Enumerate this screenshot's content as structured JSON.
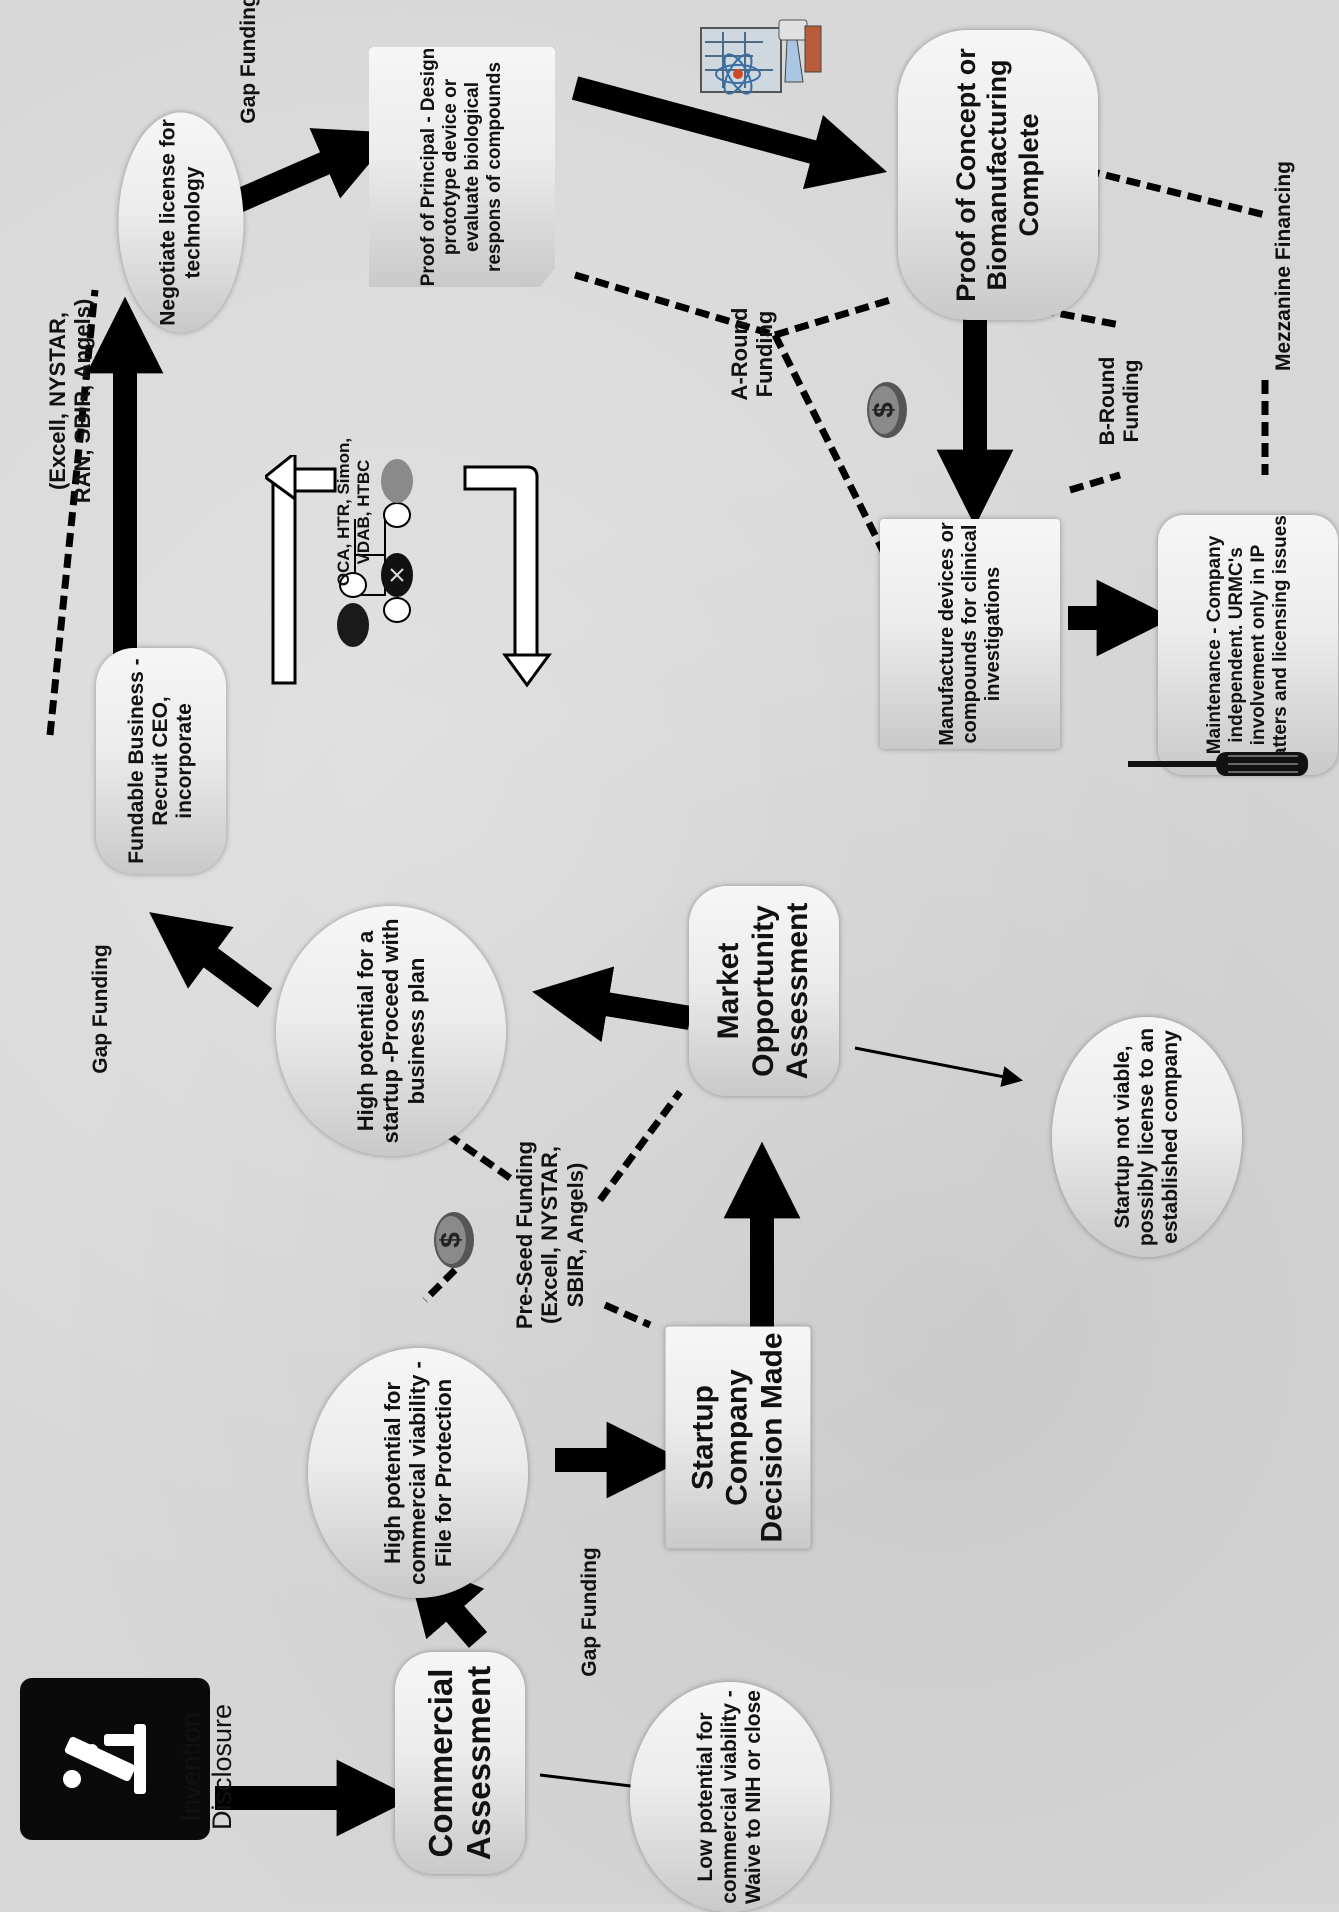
{
  "nodes": {
    "invention_disclosure": "Invention Disclosure",
    "commercial_assessment": "Commercial Assessment",
    "low_potential": "Low potential for commercial viability - Waive to NIH or close",
    "high_potential_commercial": "High potential for commercial viability - File for Protection",
    "startup_decision": "Startup Company Decision Made",
    "market_assessment": "Market Opportunity Assessment",
    "startup_not_viable": "Startup not viable, possibly license to an established company",
    "high_potential_startup": "High potential for a startup -Proceed with business plan",
    "fundable_business": "Fundable Business - Recruit CEO, incorporate",
    "negotiate_license": "Negotiate license for technology",
    "proof_of_principal": "Proof of Principal - Design prototype device or evaluate biological respons of compounds",
    "proof_of_concept": "Proof of Concept or Biomanufacturing Complete",
    "manufacture": "Manufacture devices or compounds for clinical investigations",
    "maintenance": "Maintenance - Company independent. URMC's involvement only in IP matters and licensing issues"
  },
  "labels": {
    "gap_funding_1": "Gap Funding",
    "gap_funding_2": "Gap Funding",
    "gap_funding_3": "Gap Funding",
    "pre_seed_funding": "Pre-Seed Funding (Excell, NYSTAR, SBIR, Angels)",
    "seed_funding_partial": "(Excell, NYSTAR, RAN, SBIR, Angels)",
    "a_round": "A-Round Funding",
    "b_round": "B-Round Funding",
    "mezzanine": "Mezzanine Financing",
    "partners": "OCA, HTR, Simon, VDAB, HTBC"
  },
  "icons": [
    "microscope-icon",
    "dollar-coin-icon",
    "lab-equipment-icon",
    "people-org-icon",
    "screwdriver-icon"
  ],
  "colors": {
    "arrow": "#000000",
    "node_light": "#f2f2f2",
    "node_dark": "#c4c4c4",
    "background": "#d7d7d7"
  }
}
